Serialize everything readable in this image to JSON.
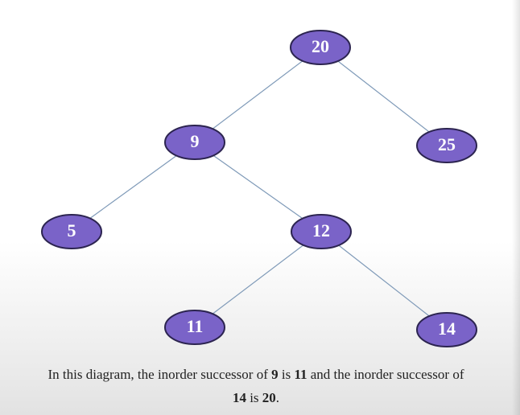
{
  "diagram": {
    "nodes": [
      {
        "id": "20",
        "label": "20"
      },
      {
        "id": "9",
        "label": "9"
      },
      {
        "id": "25",
        "label": "25"
      },
      {
        "id": "5",
        "label": "5"
      },
      {
        "id": "12",
        "label": "12"
      },
      {
        "id": "11",
        "label": "11"
      },
      {
        "id": "14",
        "label": "14"
      }
    ],
    "edges": [
      {
        "from": "20",
        "to": "9"
      },
      {
        "from": "20",
        "to": "25"
      },
      {
        "from": "9",
        "to": "5"
      },
      {
        "from": "9",
        "to": "12"
      },
      {
        "from": "12",
        "to": "11"
      },
      {
        "from": "12",
        "to": "14"
      }
    ],
    "colors": {
      "node_fill": "#7a63c8",
      "node_border": "#2c2450",
      "edge": "#7f9ab8",
      "label": "#ffffff"
    }
  },
  "caption": {
    "p1": "In this diagram, the inorder successor of ",
    "b1": "9",
    "p2": " is ",
    "b2": "11",
    "p3": " and the inorder successor of ",
    "b3": "14",
    "p4": " is ",
    "b4": "20",
    "p5": "."
  }
}
